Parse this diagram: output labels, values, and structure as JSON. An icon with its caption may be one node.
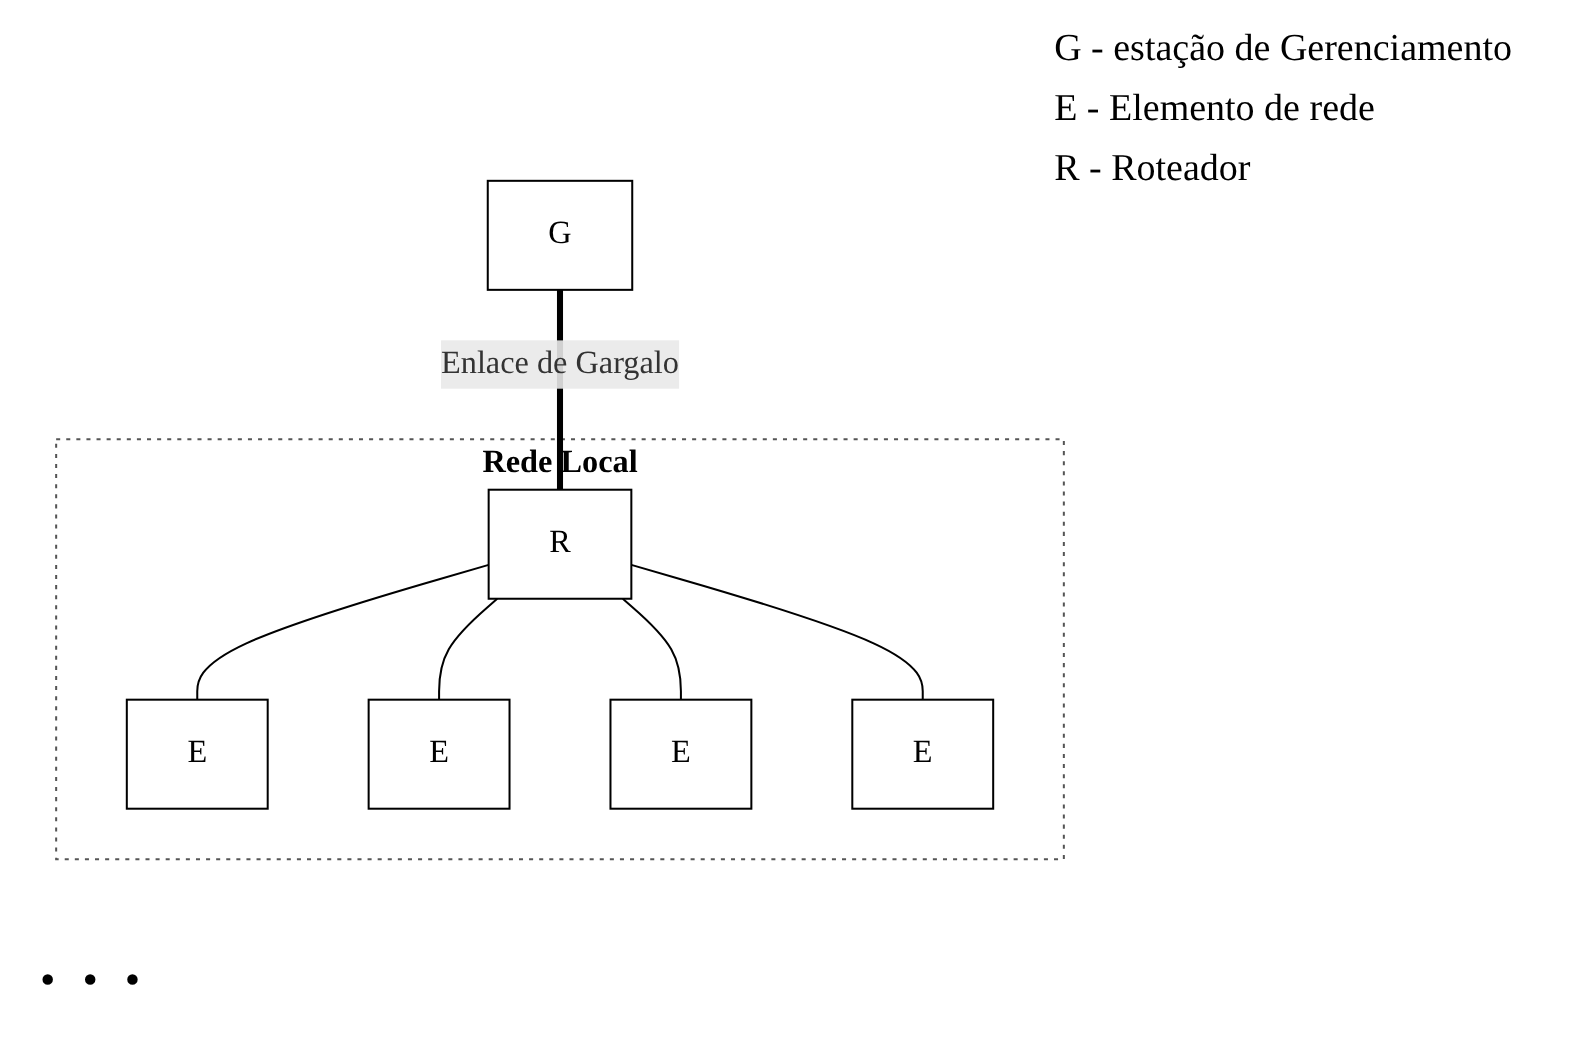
{
  "diagram": {
    "nodes": [
      {
        "text": [
          "G"
        ]
      },
      {
        "text": [
          "Rede Local"
        ]
      },
      {
        "text": [
          "R"
        ],
        "in": 1
      },
      {
        "text": [
          "E"
        ],
        "in": 1
      },
      {
        "text": [
          "E"
        ],
        "in": 1
      },
      {
        "text": [
          "E"
        ],
        "in": 1
      },
      {
        "text": [
          "E"
        ],
        "in": 1
      }
    ],
    "edges": [
      {
        "from": 0,
        "to": 2,
        "arrow": "none",
        "label": "Enlace de Gargalo",
        "style": "thick"
      },
      {
        "from": 2,
        "to": 3,
        "arrow": "none"
      },
      {
        "from": 2,
        "to": 4,
        "arrow": "none"
      },
      {
        "from": 2,
        "to": 5,
        "arrow": "none"
      },
      {
        "from": 2,
        "to": 6,
        "arrow": "none"
      }
    ],
    "labels": [
      "G - estação de Gerenciamento",
      "E - Elemento de rede",
      "R - Roteador",
      "• • •"
    ]
  }
}
